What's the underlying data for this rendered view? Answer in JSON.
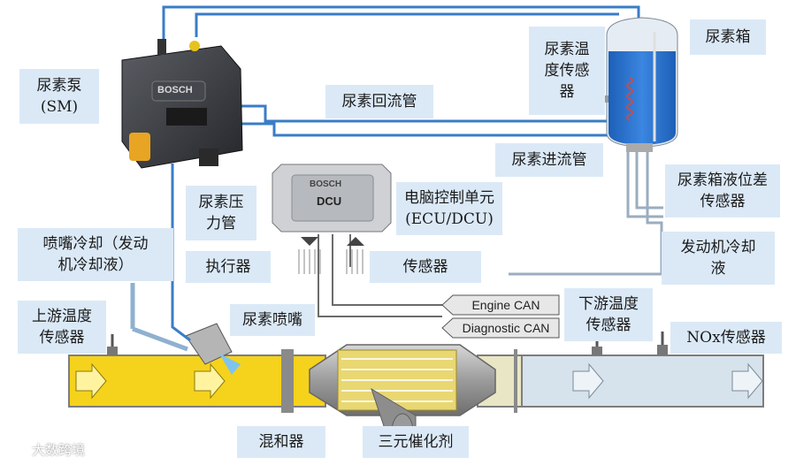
{
  "labels": {
    "urea_pump": "尿素泵\n(SM)",
    "urea_tank": "尿素箱",
    "tank_temp_sensor": "尿素温\n度传感\n器",
    "urea_return_line": "尿素回流管",
    "urea_feed_line": "尿素进流管",
    "tank_level_sensor": "尿素箱液位差\n传感器",
    "urea_pressure_line": "尿素压\n力管",
    "ecu_dcu": "电脑控制单元\n(ECU/DCU)",
    "nozzle_cooling": "喷嘴冷却（发动\n机冷却液）",
    "engine_coolant": "发动机冷却\n液",
    "actuator": "执行器",
    "sensor": "传感器",
    "urea_nozzle": "尿素喷嘴",
    "upstream_temp_sensor": "上游温度\n传感器",
    "downstream_temp_sensor": "下游温度\n传感器",
    "nox_sensor": "NOx传感器",
    "mixer": "混和器",
    "three_way_catalyst": "三元催化剂"
  },
  "can": {
    "engine": "Engine CAN",
    "diagnostic": "Diagnostic CAN"
  },
  "marks": {
    "pump_brand": "BOSCH",
    "dcu_brand": "BOSCH",
    "dcu_model": "DCU"
  },
  "watermark": "大数跨境",
  "colors": {
    "label_bg": "#dbe9f7",
    "urea_line": "#3a7cc7",
    "exhaust_hot": "#f5d21c",
    "exhaust_clean": "#d6e2ec"
  }
}
